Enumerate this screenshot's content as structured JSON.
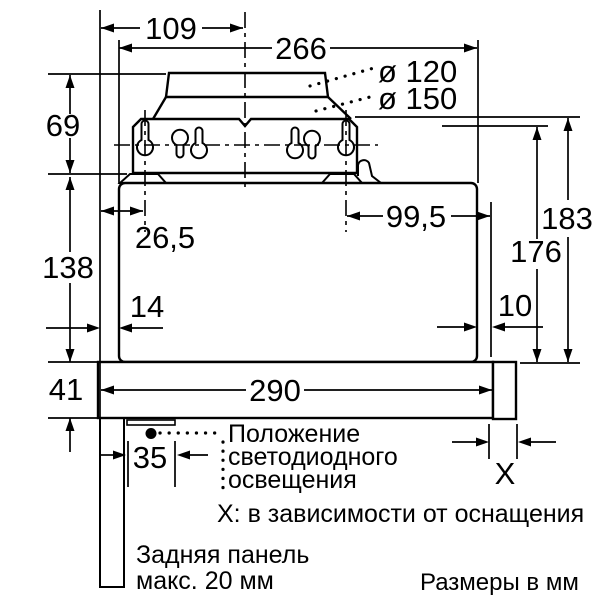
{
  "diagram": {
    "description": "Installation dimension drawing of a telescopic cooker hood",
    "dims": {
      "duct_center_offset": "109",
      "body_width": "266",
      "duct_dia_small": "ø 120",
      "duct_dia_large": "ø 150",
      "duct_height": "69",
      "body_height": "138",
      "visor_height": "41",
      "keyhole_left_offset": "26,5",
      "keyhole_right_offset": "99,5",
      "left_gap": "14",
      "right_gap": "10",
      "total_height": "183",
      "inner_height": "176",
      "visor_width": "290",
      "led_width": "35",
      "x_dim": "X"
    },
    "notes": {
      "led_line1": "Положение",
      "led_line2": "светодиодного",
      "led_line3": "освещения",
      "x_note": "X: в зависимости от оснащения",
      "rear_line1": "Задняя панель",
      "rear_line2": "макс. 20 мм",
      "units": "Размеры в мм"
    },
    "colors": {
      "line": "#000000",
      "background": "#ffffff"
    }
  }
}
